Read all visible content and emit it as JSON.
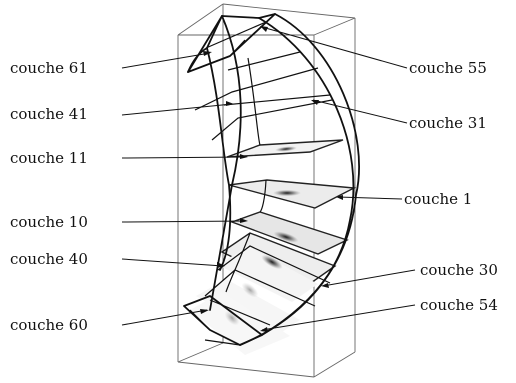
{
  "labels": {
    "left": [
      "couche 61",
      "couche 41",
      "couche 11",
      "couche 10",
      "couche 40",
      "couche 60"
    ],
    "right": [
      "couche 55",
      "couche 31",
      "couche 1",
      "couche 30",
      "couche 54"
    ]
  }
}
